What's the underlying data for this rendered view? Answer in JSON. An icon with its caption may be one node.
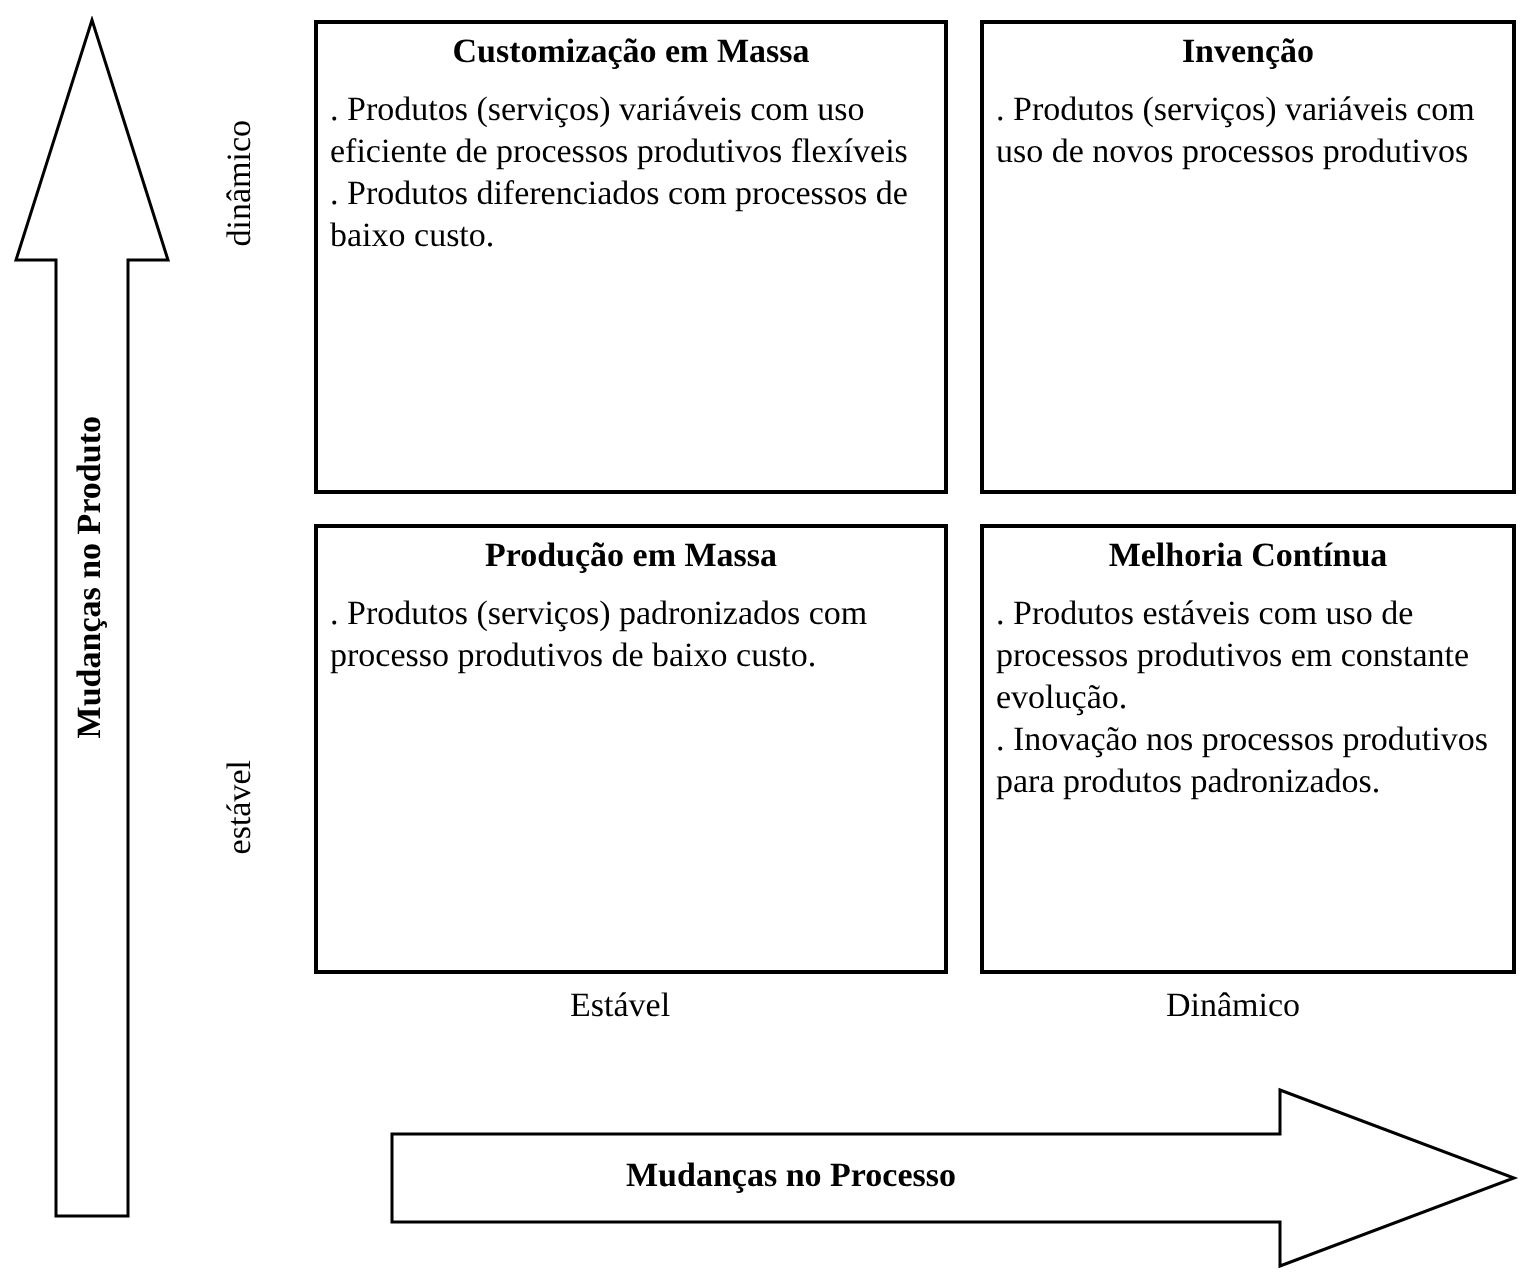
{
  "diagram": {
    "nodes": [
      {
        "text": [
          "Customização em Massa",
          ". Produtos (serviços) variáveis com uso eficiente de processos produtivos flexíveis",
          ". Produtos diferenciados com processos de baixo custo."
        ]
      },
      {
        "text": [
          "Invenção",
          ". Produtos (serviços) variáveis com uso de novos processos produtivos"
        ]
      },
      {
        "text": [
          "Produção em Massa",
          ". Produtos (serviços) padronizados com processo produtivos de baixo custo."
        ]
      },
      {
        "text": [
          "Melhoria Contínua",
          ". Produtos estáveis com uso de processos produtivos em constante evolução.",
          ". Inovação nos processos produtivos para produtos padronizados."
        ]
      },
      {
        "text": [
          "Mudanças no Produto"
        ]
      },
      {
        "text": [
          "Mudanças no Processo"
        ]
      }
    ],
    "edges": [],
    "labels": [
      "dinâmico",
      "estável",
      "Estável",
      "Dinâmico"
    ]
  }
}
